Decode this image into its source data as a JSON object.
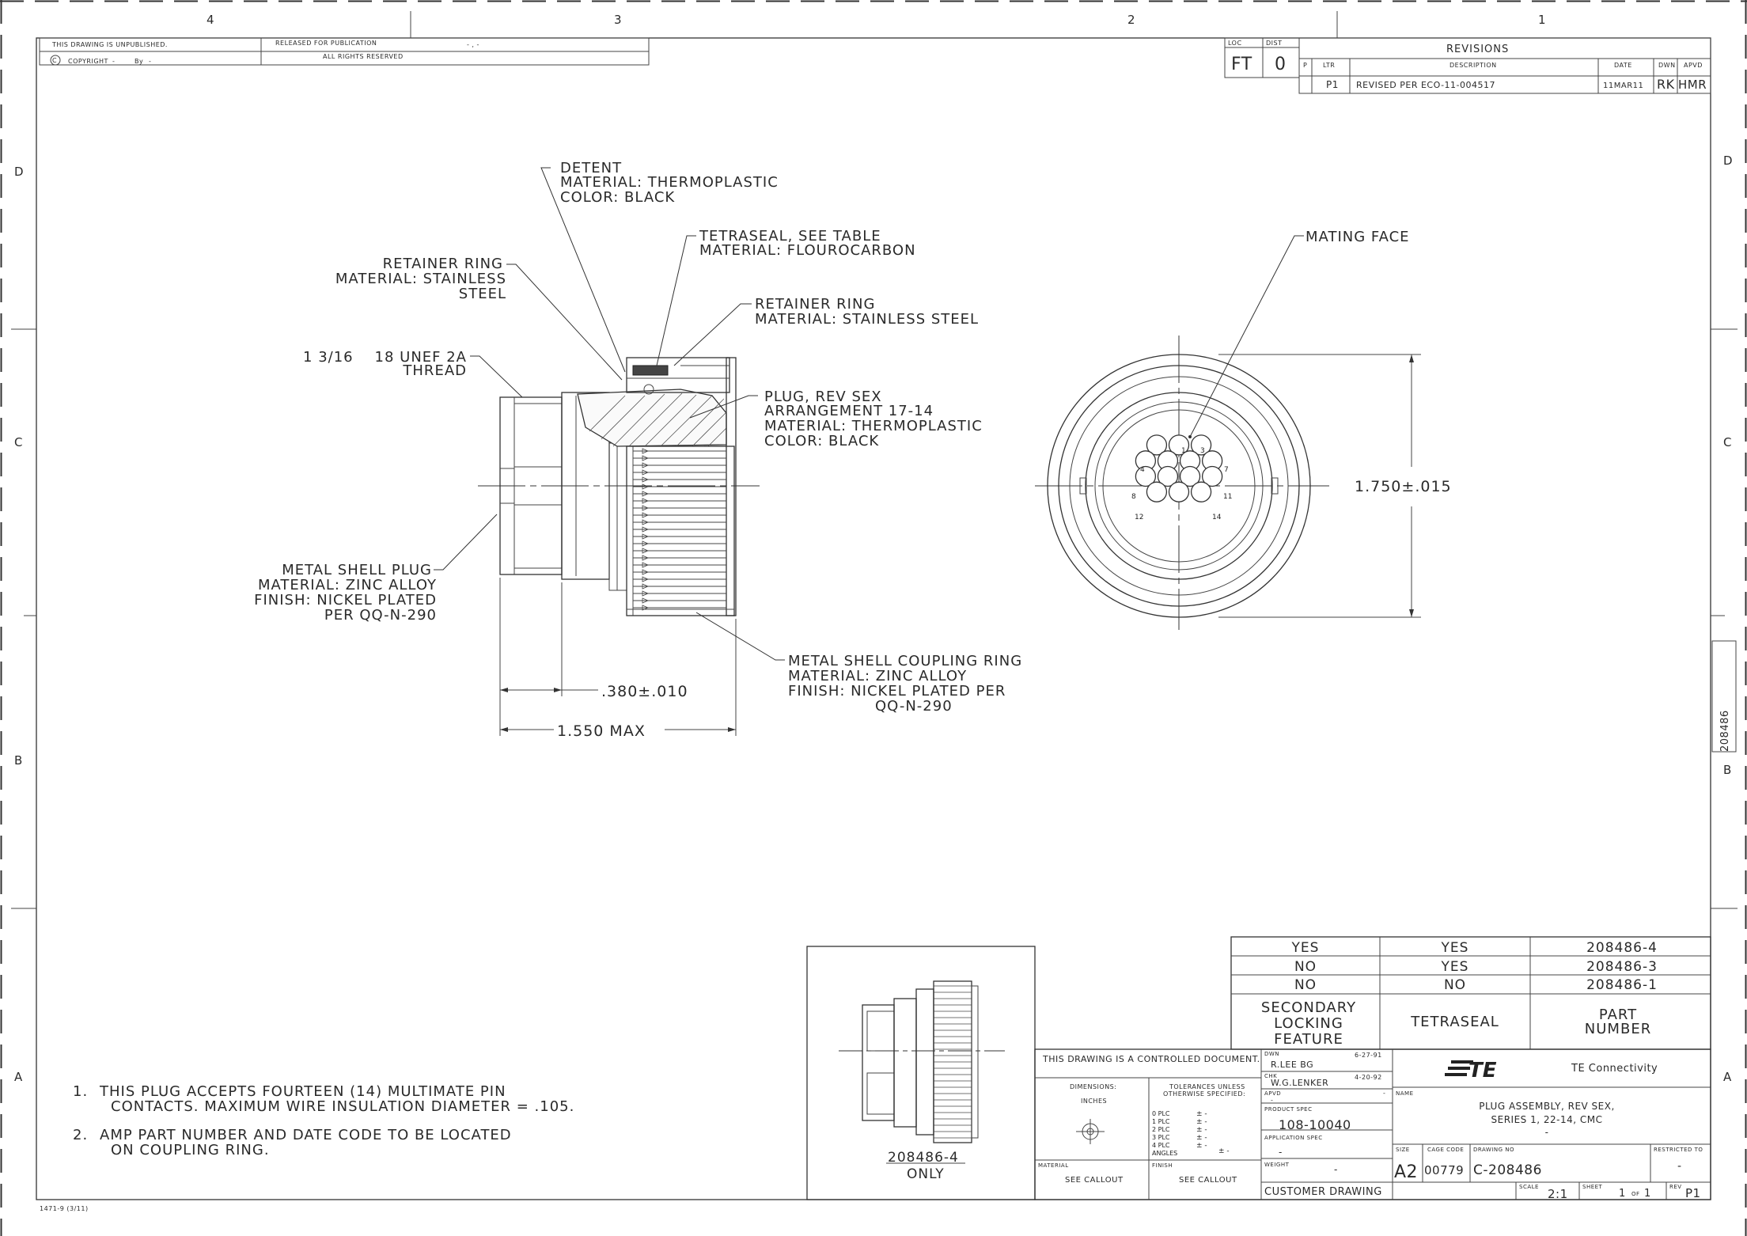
{
  "zones": {
    "cols_top": [
      "4",
      "3",
      "2",
      "1"
    ],
    "rows_left": [
      "D",
      "C",
      "B",
      "A"
    ],
    "rows_right": [
      "D",
      "C",
      "B",
      "A"
    ]
  },
  "header": {
    "unpublished": "THIS DRAWING IS UNPUBLISHED.",
    "released": "RELEASED FOR PUBLICATION",
    "released_value": "- , -",
    "copyright": "COPYRIGHT",
    "copyright_by": "By",
    "copyright_dash1": "-",
    "copyright_dash2": "-",
    "rights": "ALL RIGHTS RESERVED"
  },
  "revisions": {
    "loc_label": "LOC",
    "loc_value": "FT",
    "dist_label": "DIST",
    "dist_value": "0",
    "title": "REVISIONS",
    "col_p": "P",
    "col_ltr": "LTR",
    "col_desc": "DESCRIPTION",
    "col_date": "DATE",
    "col_dwn": "DWN",
    "col_apvd": "APVD",
    "rows": [
      {
        "ltr": "P1",
        "desc": "REVISED PER ECO-11-004517",
        "date": "11MAR11",
        "dwn": "RK",
        "apvd": "HMR"
      }
    ]
  },
  "callouts": {
    "detent": [
      "DETENT",
      "MATERIAL: THERMOPLASTIC",
      "COLOR: BLACK"
    ],
    "tetraseal": [
      "TETRASEAL, SEE TABLE",
      "MATERIAL: FLOUROCARBON"
    ],
    "retainer_left": [
      "RETAINER RING",
      "MATERIAL: STAINLESS",
      "STEEL"
    ],
    "retainer_right": [
      "RETAINER RING",
      "MATERIAL: STAINLESS STEEL"
    ],
    "thread": [
      "1 3/16    18 UNEF 2A",
      "THREAD"
    ],
    "plug": [
      "PLUG, REV SEX",
      "ARRANGEMENT 17-14",
      "MATERIAL: THERMOPLASTIC",
      "COLOR: BLACK"
    ],
    "shell_plug": [
      "METAL SHELL PLUG",
      "MATERIAL: ZINC ALLOY",
      "FINISH: NICKEL PLATED",
      "PER QQ-N-290"
    ],
    "coupling": [
      "METAL SHELL COUPLING RING",
      "MATERIAL: ZINC ALLOY",
      "FINISH: NICKEL PLATED PER",
      "QQ-N-290"
    ],
    "mating_face": "MATING FACE"
  },
  "dimensions": {
    "d380": ".380±.010",
    "d1550": "1.550 MAX",
    "d1750": "1.750±.015"
  },
  "contacts": [
    "1",
    "3",
    "4",
    "7",
    "8",
    "11",
    "12",
    "14"
  ],
  "side_part_number": "208486",
  "notes": [
    {
      "n": "1.",
      "lines": [
        "THIS PLUG ACCEPTS FOURTEEN (14) MULTIMATE PIN",
        "CONTACTS. MAXIMUM WIRE INSULATION DIAMETER = .105."
      ]
    },
    {
      "n": "2.",
      "lines": [
        "AMP PART NUMBER AND DATE CODE TO BE LOCATED",
        "ON COUPLING RING."
      ]
    }
  ],
  "detail_view": {
    "part": "208486-4",
    "only": "ONLY"
  },
  "part_table": {
    "rows": [
      [
        "YES",
        "YES",
        "208486-4"
      ],
      [
        "NO",
        "YES",
        "208486-3"
      ],
      [
        "NO",
        "NO",
        "208486-1"
      ]
    ],
    "headers": [
      [
        "SECONDARY",
        "LOCKING",
        "FEATURE"
      ],
      [
        "TETRASEAL"
      ],
      [
        "PART",
        "NUMBER"
      ]
    ]
  },
  "title_block": {
    "controlled": "THIS DRAWING IS A CONTROLLED DOCUMENT.",
    "dims_label": "DIMENSIONS:",
    "dims_unit": "INCHES",
    "tol_label": [
      "TOLERANCES UNLESS",
      "OTHERWISE SPECIFIED:"
    ],
    "tol_rows": [
      [
        "0 PLC",
        "± -"
      ],
      [
        "1 PLC",
        "± -"
      ],
      [
        "2 PLC",
        "± -"
      ],
      [
        "3 PLC",
        "± -"
      ],
      [
        "4 PLC",
        "± -"
      ],
      [
        "ANGLES",
        "± -"
      ]
    ],
    "material_label": "MATERIAL",
    "material_value": "SEE CALLOUT",
    "finish_label": "FINISH",
    "finish_value": "SEE CALLOUT",
    "dwn_label": "DWN",
    "dwn_name": "R.LEE BG",
    "dwn_date": "6-27-91",
    "chk_label": "CHK",
    "chk_name": "W.G.LENKER",
    "chk_date": "4-20-92",
    "apvd_label": "APVD",
    "apvd_value": "-",
    "apvd_value2": "-",
    "product_spec_label": "PRODUCT SPEC",
    "product_spec": "108-10040",
    "app_spec_label": "APPLICATION SPEC",
    "app_spec": "-",
    "weight_label": "WEIGHT",
    "weight": "-",
    "customer": "CUSTOMER DRAWING",
    "logo_text": "TE",
    "company": "TE Connectivity",
    "name_label": "NAME",
    "name": [
      "PLUG ASSEMBLY, REV SEX,",
      "SERIES 1, 22-14, CMC",
      "-"
    ],
    "size_label": "SIZE",
    "size": "A2",
    "cage_label": "CAGE CODE",
    "cage": "00779",
    "drawing_no_label": "DRAWING NO",
    "drawing_no": "C-208486",
    "restricted_label": "RESTRICTED TO",
    "restricted": "-",
    "scale_label": "SCALE",
    "scale": "2:1",
    "sheet_label": "SHEET",
    "sheet": "1",
    "sheet_of": "OF",
    "sheet_total": "1",
    "rev_label": "REV",
    "rev": "P1"
  },
  "form_id": "1471-9 (3/11)"
}
